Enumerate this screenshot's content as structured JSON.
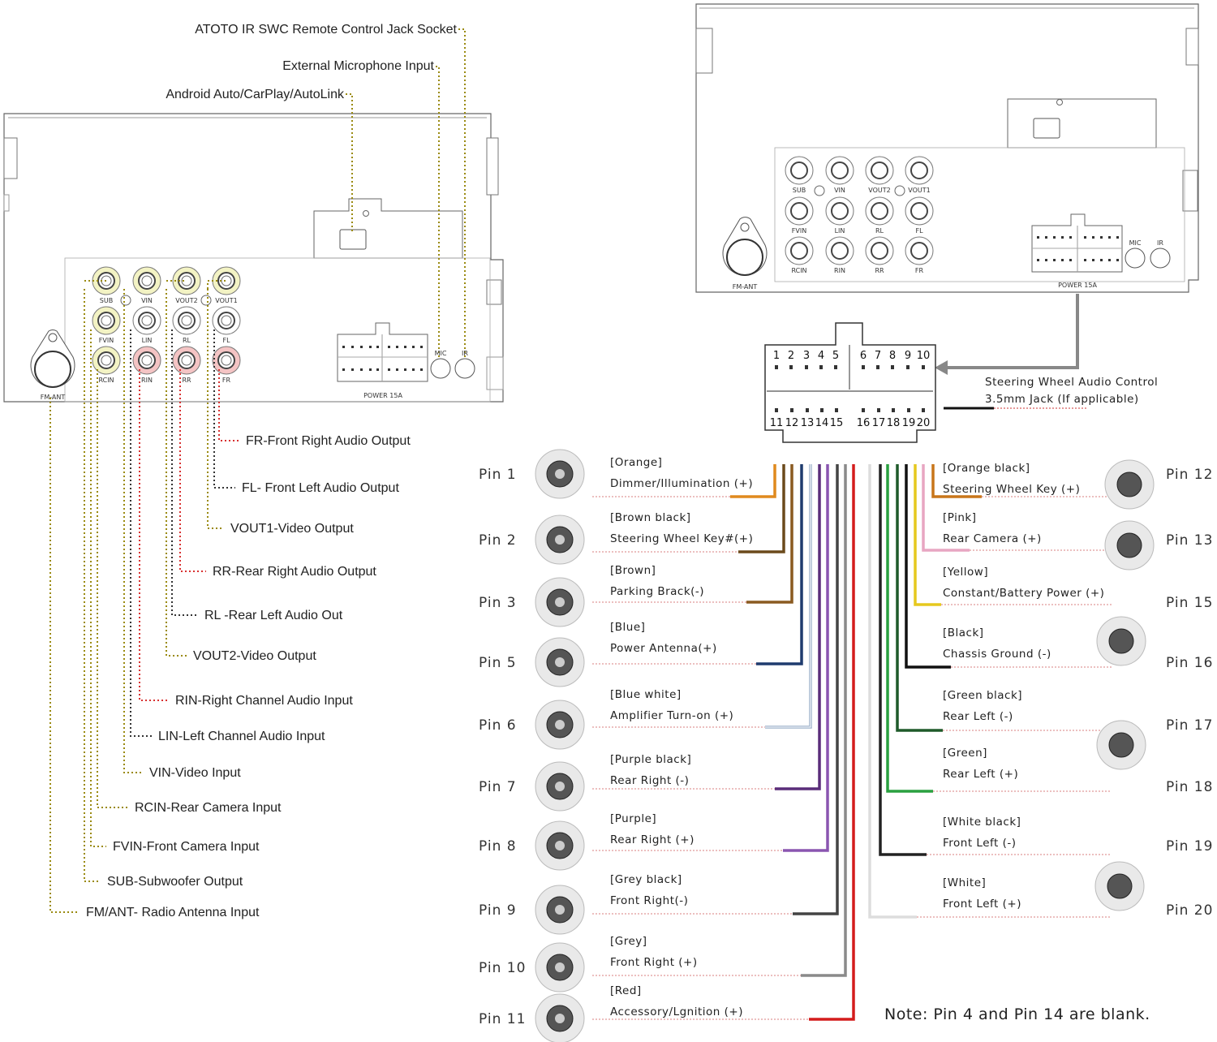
{
  "left_unit": {
    "callouts": [
      "ATOTO IR SWC Remote Control Jack Socket",
      "External Microphone Input",
      "Android Auto/CarPlay/AutoLink"
    ],
    "mic": "MIC",
    "ir": "IR",
    "power": "POWER 15A",
    "fm_ant": "FM-ANT",
    "jacks": [
      {
        "label": "SUB",
        "color": "#f3f3c4"
      },
      {
        "label": "VIN",
        "color": "#f3f3c4"
      },
      {
        "label": "VOUT2",
        "color": "#f3f3c4"
      },
      {
        "label": "VOUT1",
        "color": "#f3f3c4"
      },
      {
        "label": "FVIN",
        "color": "#f3f3c4"
      },
      {
        "label": "LIN",
        "color": "#ffffff"
      },
      {
        "label": "RL",
        "color": "#ffffff"
      },
      {
        "label": "FL",
        "color": "#ffffff"
      },
      {
        "label": "RCIN",
        "color": "#f3f3c4"
      },
      {
        "label": "RIN",
        "color": "#f4c4c4"
      },
      {
        "label": "RR",
        "color": "#f4c4c4"
      },
      {
        "label": "FR",
        "color": "#f4c4c4"
      }
    ],
    "outputs": [
      {
        "label": "FR-Front Right Audio Output",
        "color": "#d83030"
      },
      {
        "label": "FL- Front Left Audio Output",
        "color": "#333333"
      },
      {
        "label": "VOUT1-Video Output",
        "color": "#9a8a10"
      },
      {
        "label": "RR-Rear Right Audio Output",
        "color": "#d83030"
      },
      {
        "label": "RL -Rear Left Audio Out",
        "color": "#333333"
      },
      {
        "label": "VOUT2-Video Output",
        "color": "#9a8a10"
      },
      {
        "label": "RIN-Right Channel Audio Input",
        "color": "#d83030"
      },
      {
        "label": "LIN-Left Channel Audio Input",
        "color": "#333333"
      },
      {
        "label": "VIN-Video Input",
        "color": "#9a8a10"
      },
      {
        "label": "RCIN-Rear Camera Input",
        "color": "#9a8a10"
      },
      {
        "label": "FVIN-Front Camera Input",
        "color": "#9a8a10"
      },
      {
        "label": "SUB-Subwoofer Output",
        "color": "#9a8a10"
      },
      {
        "label": "FM/ANT- Radio Antenna Input",
        "color": "#9a8a10"
      }
    ]
  },
  "right_unit": {
    "mic": "MIC",
    "ir": "IR",
    "power": "POWER 15A",
    "fm_ant": "FM-ANT",
    "jacks": [
      "SUB",
      "VIN",
      "VOUT2",
      "VOUT1",
      "FVIN",
      "LIN",
      "RL",
      "FL",
      "RCIN",
      "RIN",
      "RR",
      "FR"
    ]
  },
  "connector": {
    "top_numbers": [
      "1",
      "2",
      "3",
      "4",
      "5",
      "6",
      "7",
      "8",
      "9",
      "10"
    ],
    "bottom_numbers": [
      "11",
      "12",
      "13",
      "14",
      "15",
      "16",
      "17",
      "18",
      "19",
      "20"
    ]
  },
  "steering_audio": {
    "line1": "Steering Wheel Audio Control",
    "line2": "3.5mm Jack (If applicable)"
  },
  "left_pins": [
    {
      "pin": "Pin 1",
      "color_name": "[Orange]",
      "function": "Dimmer/Illumination (+)",
      "color": "#e08a1e",
      "icon": "headlight-icon"
    },
    {
      "pin": "Pin 2",
      "color_name": "[Brown black]",
      "function": "Steering Wheel Key#(+)",
      "color": "#6b4a1c",
      "icon": "steering-wheel-icon"
    },
    {
      "pin": "Pin 3",
      "color_name": "[Brown]",
      "function": "Parking Brack(-)",
      "color": "#8a5a20",
      "icon": "handbrake-icon"
    },
    {
      "pin": "Pin 5",
      "color_name": "[Blue]",
      "function": "Power Antenna(+)",
      "color": "#1f3b6e",
      "icon": "antenna-icon"
    },
    {
      "pin": "Pin 6",
      "color_name": "[Blue white]",
      "function": "Amplifier Turn-on (+)",
      "color": "#9fb3cc",
      "icon": "amplifier-icon"
    },
    {
      "pin": "Pin 7",
      "color_name": "[Purple black]",
      "function": "Rear Right (-)",
      "color": "#5a2d7a",
      "icon": "speaker-icon"
    },
    {
      "pin": "Pin 8",
      "color_name": "[Purple]",
      "function": "Rear Right (+)",
      "color": "#8a55b0",
      "icon": "speaker-icon"
    },
    {
      "pin": "Pin 9",
      "color_name": "[Grey black]",
      "function": "Front Right(-)",
      "color": "#444444",
      "icon": "speaker-icon"
    },
    {
      "pin": "Pin 10",
      "color_name": "[Grey]",
      "function": "Front Right (+)",
      "color": "#8a8a8a",
      "icon": "speaker-icon"
    },
    {
      "pin": "Pin 11",
      "color_name": "[Red]",
      "function": "Accessory/Lgnition (+)",
      "color": "#d41c1c",
      "icon": "ignition-icon"
    }
  ],
  "right_pins": [
    {
      "pin": "Pin 12",
      "color_name": "[Orange black]",
      "function": "Steering Wheel Key (+)",
      "color": "#c8761a",
      "icon": "steering-wheel-icon"
    },
    {
      "pin": "Pin 13",
      "color_name": "[Pink]",
      "function": "Rear Camera (+)",
      "color": "#e8a6c2",
      "icon": "camera-icon"
    },
    {
      "pin": "Pin 15",
      "color_name": "[Yellow]",
      "function": "Constant/Battery Power (+)",
      "color": "#e6c81e",
      "icon": "battery-icon"
    },
    {
      "pin": "Pin 16",
      "color_name": "[Black]",
      "function": "Chassis Ground (-)",
      "color": "#111111",
      "icon": "battery-icon"
    },
    {
      "pin": "Pin 17",
      "color_name": "[Green black]",
      "function": "Rear Left (-)",
      "color": "#1f5a2a",
      "icon": "speaker-icon"
    },
    {
      "pin": "Pin 18",
      "color_name": "[Green]",
      "function": "Rear Left (+)",
      "color": "#2aa040",
      "icon": "speaker-icon"
    },
    {
      "pin": "Pin 19",
      "color_name": "[White black]",
      "function": "Front Left (-)",
      "color": "#222222",
      "icon": "speaker-icon"
    },
    {
      "pin": "Pin 20",
      "color_name": "[White]",
      "function": "Front Left (+)",
      "color": "#dddddd",
      "icon": "speaker-icon"
    }
  ],
  "note": "Note: Pin 4 and Pin 14 are blank."
}
